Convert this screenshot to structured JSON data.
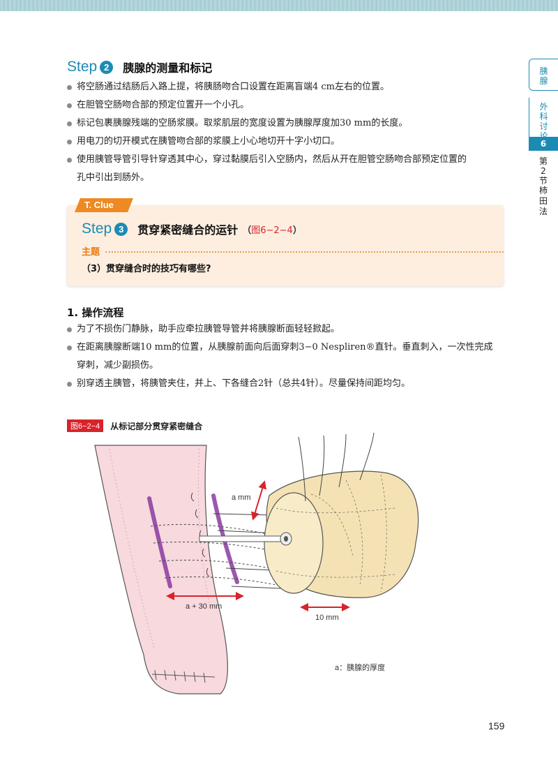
{
  "step2": {
    "word": "Step",
    "num": "2",
    "title": "胰腺的测量和标记",
    "bullets": [
      "将空肠通过结肠后入路上提，将胰肠吻合口设置在距离盲端4 cm左右的位置。",
      "在胆管空肠吻合部的预定位置开一个小孔。",
      "标记包裹胰腺残端的空肠浆膜。取浆肌层的宽度设置为胰腺厚度加30 mm的长度。",
      "用电刀的切开模式在胰管吻合部的浆膜上小心地切开十字小切口。",
      "使用胰管导管引导针穿透其中心，穿过黏膜后引入空肠内，然后从开在胆管空肠吻合部预定位置的",
      "孔中引出到肠外。"
    ]
  },
  "tclue": {
    "tag": "T. Clue",
    "step_word": "Step",
    "step_num": "3",
    "title": "贯穿紧密缝合的运针",
    "cite_open": "（",
    "cite_ref": "图6−2−4",
    "cite_close": "）",
    "theme_label": "主题",
    "theme_question": "（3）贯穿缝合时的技巧有哪些?"
  },
  "section1": {
    "heading": "1. 操作流程",
    "bullets": [
      "为了不损伤门静脉，助手应牵拉胰管导管并将胰腺断面轻轻掀起。",
      "在距离胰腺断端10 mm的位置，从胰腺前面向后面穿刺3−0 Nespliren®直针。垂直刺入，一次性完成",
      "穿刺，减少副损伤。",
      "别穿透主胰管，将胰管夹住，并上、下各缝合2针（总共4针）。尽量保持间距均匀。"
    ]
  },
  "figure": {
    "tag": "图6−2−4",
    "title": "从标记部分贯穿紧密缝合",
    "label_a_mm": "a mm",
    "label_a30": "a + 30 mm",
    "label_10mm": "10 mm",
    "legend": "a：胰腺的厚度",
    "colors": {
      "intestine": "#f7d9de",
      "pancreas": "#f5e2b4",
      "marking": "#8a3aa0",
      "arrow": "#d8232a"
    }
  },
  "sidebar": {
    "chapter": "胰腺",
    "topic": "外科讨论",
    "number": "6",
    "section": "第2节",
    "method": "柿田法"
  },
  "page_number": "159"
}
